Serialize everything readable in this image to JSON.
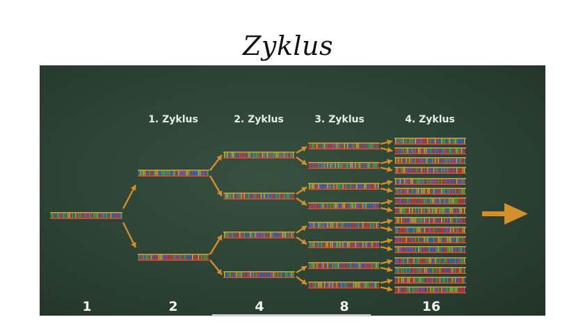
{
  "title": "Zyklus",
  "cycles": [
    {
      "label": "1. Zyklus",
      "count": "2"
    },
    {
      "label": "2. Zyklus",
      "count": "4"
    },
    {
      "label": "3. Zyklus",
      "count": "8"
    },
    {
      "label": "4. Zyklus",
      "count": "16"
    }
  ],
  "start_count": "1",
  "colors": {
    "board": "#2c4234",
    "arrow": "#d3902a",
    "strand": "#c9a23a",
    "bases": [
      "#e23a3a",
      "#3a6fe2",
      "#3fbf55",
      "#d6c23a",
      "#b04fd0"
    ]
  },
  "icons": [
    "arrow-right-icon"
  ]
}
